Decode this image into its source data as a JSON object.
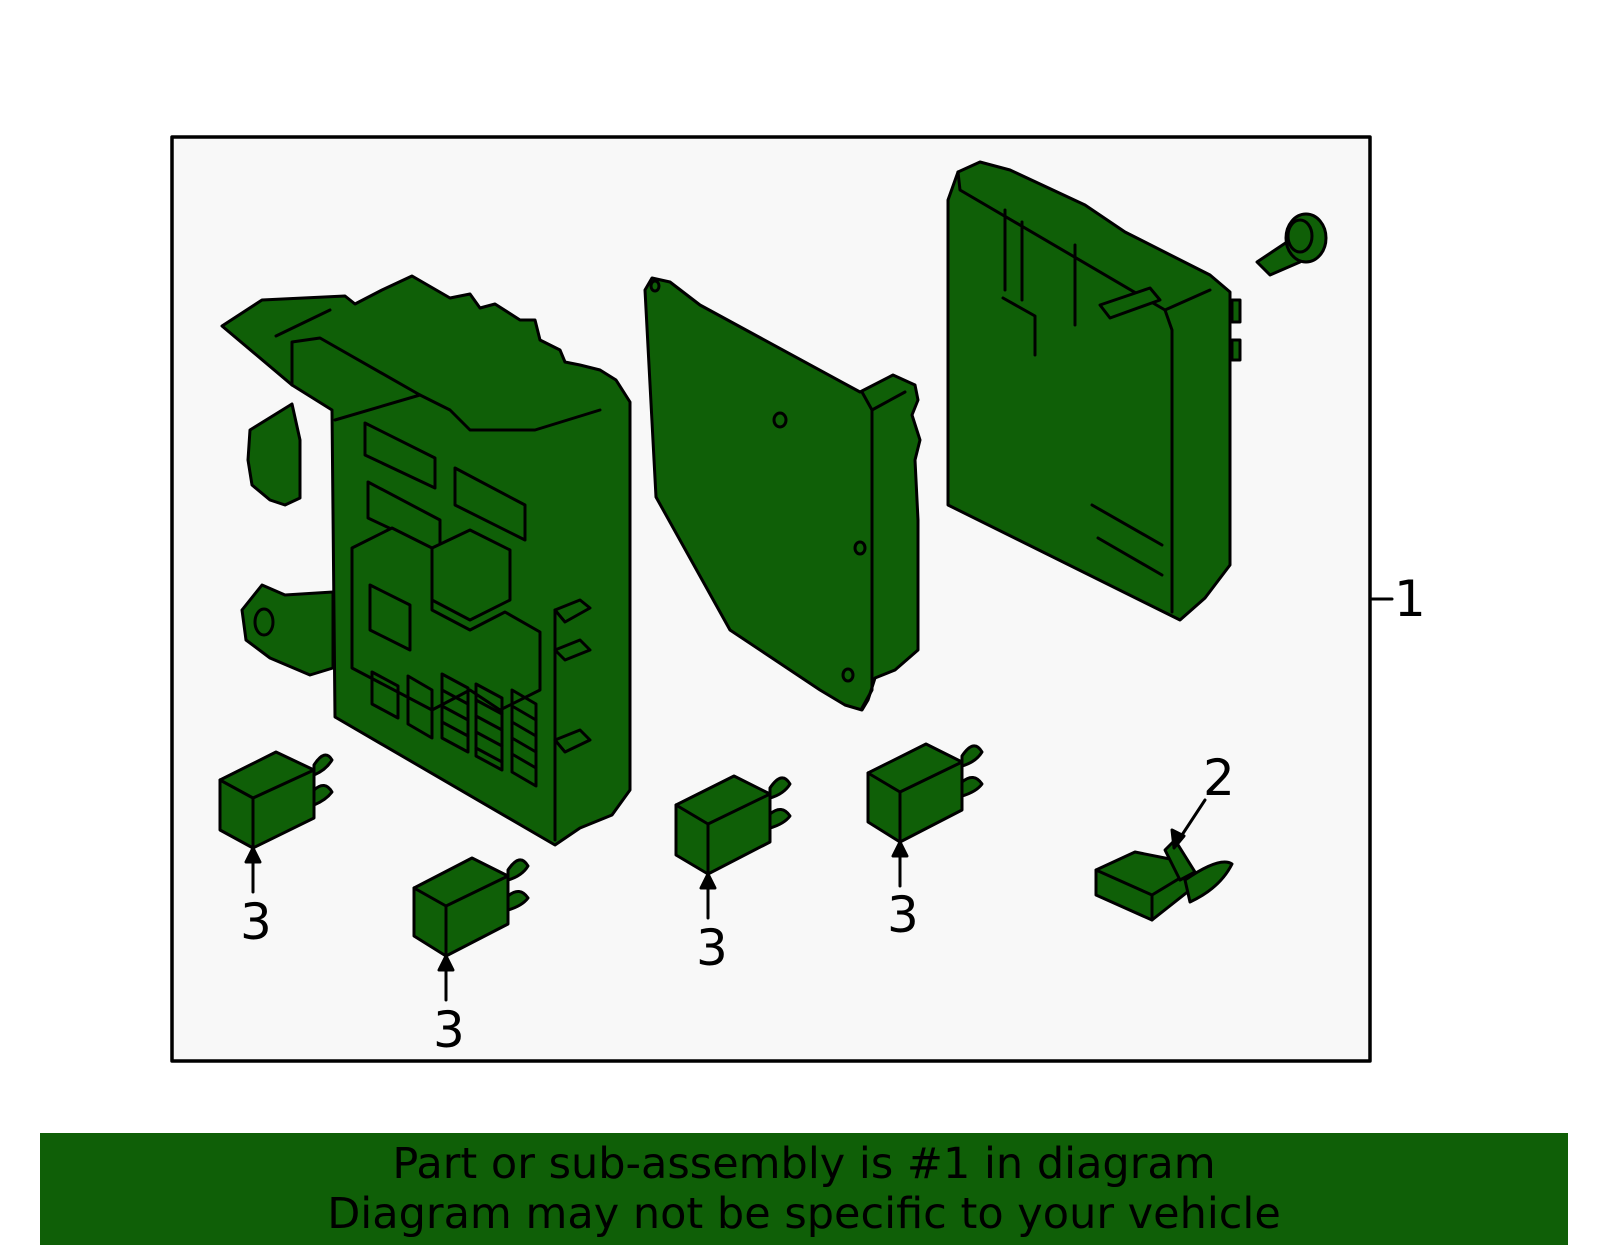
{
  "colors": {
    "part_fill": "#0f5f07",
    "outline": "#000000",
    "frame_fill": "#f8f8f8",
    "banner_bg": "#0f5f07"
  },
  "callouts": {
    "assembly": "1",
    "fuse": "2",
    "relay": "3"
  },
  "banner": {
    "line1": "Part or sub-assembly is #1 in diagram",
    "line2": "Diagram may not be specific to your vehicle"
  }
}
